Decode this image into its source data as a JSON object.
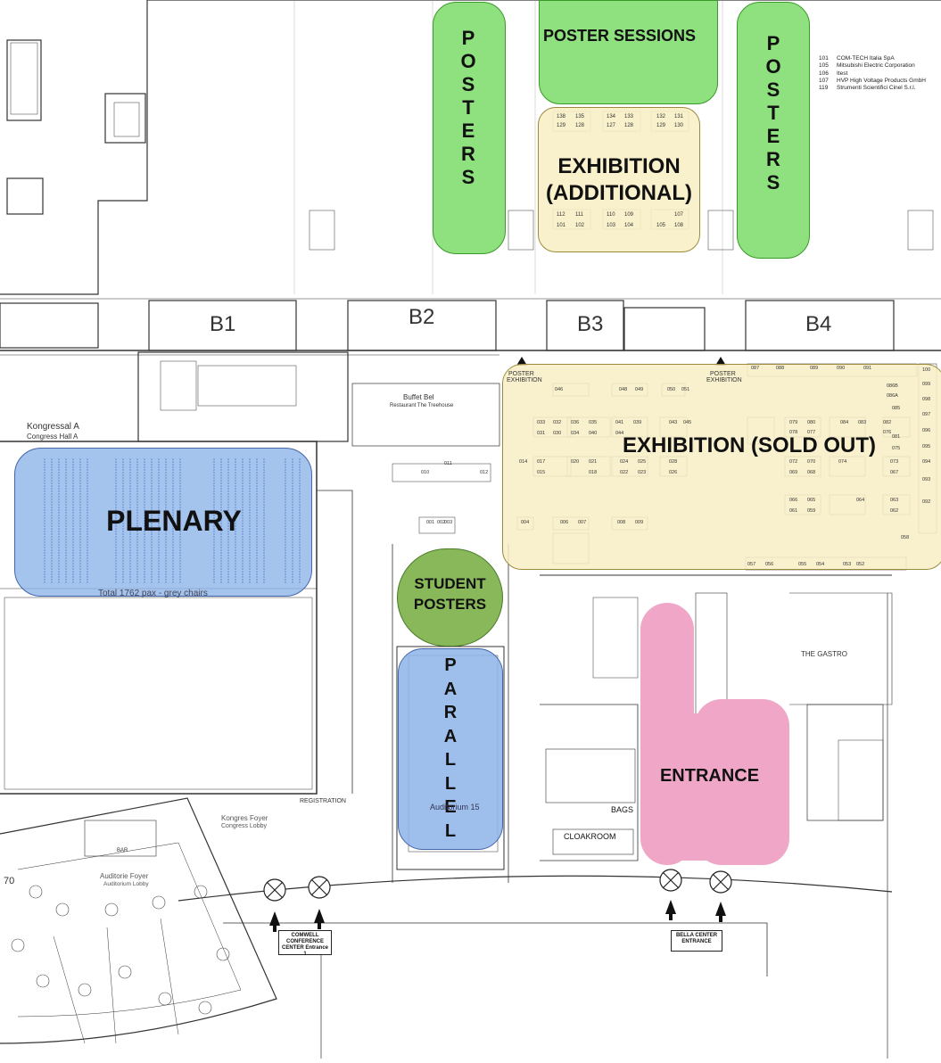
{
  "colors": {
    "posters_green": "#8fe07e",
    "student_green": "#88b85a",
    "exhibition_cream": "#f8efc6",
    "plenary_blue": "#8db4e8",
    "parallel_blue": "#8db4e8",
    "entrance_pink": "#f0a6c6",
    "line": "#333333"
  },
  "zones": {
    "posters_left": "POSTERS",
    "posters_right": "POSTERS",
    "poster_sessions": "POSTER SESSIONS",
    "exhibition_additional_line1": "EXHIBITION",
    "exhibition_additional_line2": "(ADDITIONAL)",
    "exhibition_main": "EXHIBITION (SOLD OUT)",
    "plenary": "PLENARY",
    "plenary_caption": "Total 1762 pax - grey chairs",
    "student_posters_line1": "STUDENT",
    "student_posters_line2": "POSTERS",
    "parallel": "PARALLEL",
    "parallel_caption": "Auditorium 15",
    "entrance": "ENTRANCE"
  },
  "blocks": [
    "B1",
    "B2",
    "B3",
    "B4"
  ],
  "exhibitor_legend": [
    {
      "num": "101",
      "name": "COM-TECH Italia SpA"
    },
    {
      "num": "105",
      "name": "Mitsubishi Electric Corporation"
    },
    {
      "num": "106",
      "name": "Itest"
    },
    {
      "num": "107",
      "name": "HVP High Voltage Products GmbH"
    },
    {
      "num": "119",
      "name": "Strumenti Scientifici Cinel S.r.l."
    }
  ],
  "labels": {
    "kongressal": "Kongressal A",
    "congress_hall": "Congress Hall A",
    "poster_exhibition_1": "POSTER",
    "poster_exhibition_2": "EXHIBITION",
    "buffet": "Buffet Bel",
    "restaurant": "Restaurant The Treehouse",
    "the_gastro": "THE GASTRO",
    "bags": "BAGS",
    "cloakroom": "CLOAKROOM",
    "registration": "REGISTRATION",
    "kongres_foyer": "Kongres Foyer",
    "congress_lobby": "Congress Lobby",
    "auditorie_foyer": "Auditorie Foyer",
    "auditorium_lobby": "Auditorium Lobby",
    "bar": "BAR",
    "comwell_1": "COMWELL",
    "comwell_2": "CONFERENCE",
    "comwell_3": "CENTER Entrance 1",
    "bella_1": "BELLA CENTER",
    "bella_2": "ENTRANCE",
    "stand_70": "70"
  },
  "booths_additional": [
    "138",
    "135",
    "134",
    "133",
    "132",
    "131",
    "129",
    "128",
    "127",
    "128",
    "129",
    "130",
    "112",
    "111",
    "110",
    "109",
    "107",
    "101",
    "102",
    "103",
    "104",
    "105",
    "108"
  ],
  "booths_main": [
    "046",
    "048",
    "049",
    "050",
    "051",
    "033",
    "032",
    "031",
    "030",
    "036",
    "035",
    "034",
    "040",
    "041",
    "039",
    "044",
    "043",
    "045",
    "014",
    "017",
    "015",
    "020",
    "021",
    "018",
    "024",
    "025",
    "023",
    "022",
    "028",
    "026",
    "004",
    "006",
    "007",
    "008",
    "009",
    "087",
    "088",
    "089",
    "090",
    "091",
    "086B",
    "086A",
    "085",
    "084",
    "083",
    "082",
    "081",
    "080",
    "079",
    "078",
    "077",
    "076",
    "075",
    "074",
    "073",
    "072",
    "070",
    "069",
    "068",
    "067",
    "066",
    "065",
    "064",
    "063",
    "062",
    "061",
    "059",
    "058",
    "057",
    "056",
    "055",
    "054",
    "053",
    "052",
    "100",
    "099",
    "098",
    "097",
    "096",
    "095",
    "094",
    "093",
    "092",
    "010",
    "011",
    "012",
    "001",
    "002",
    "003"
  ]
}
